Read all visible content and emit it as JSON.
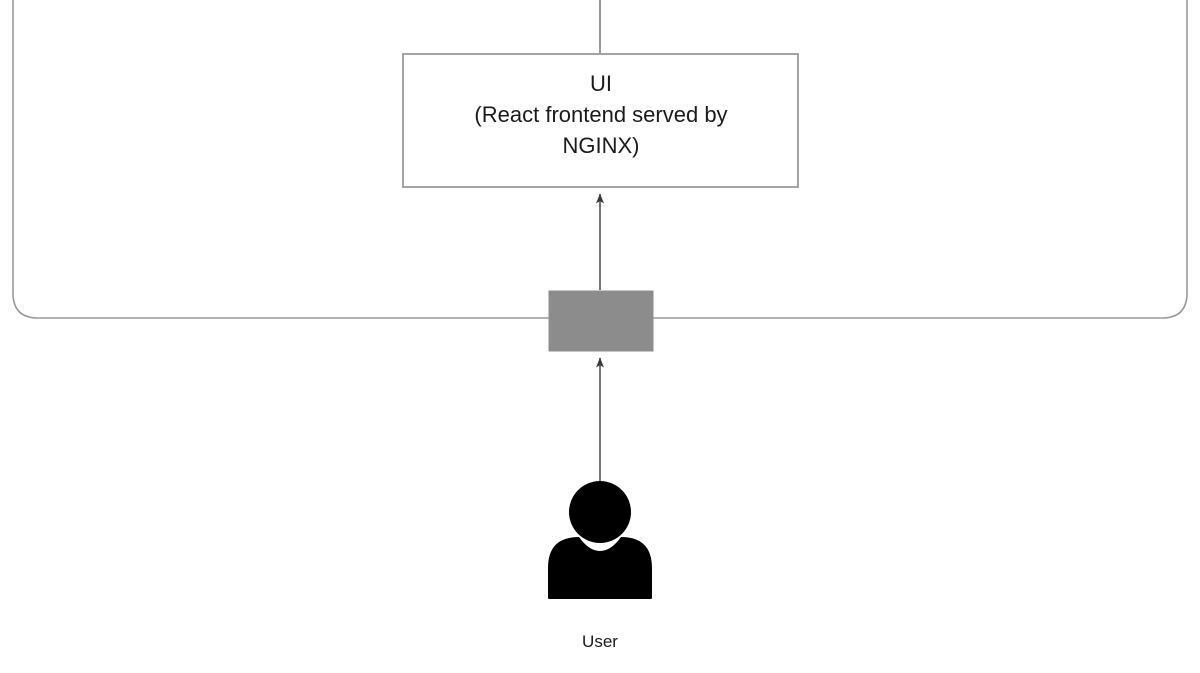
{
  "diagram": {
    "type": "architecture-diagram",
    "background_color": "#ffffff",
    "container": {
      "name": "system-boundary",
      "shape": "rounded-rectangle",
      "label": "",
      "stroke_color": "#999999",
      "fill_color": "none",
      "clipped_at_top": true
    },
    "nodes": [
      {
        "id": "ui",
        "name": "ui-box",
        "shape": "rectangle",
        "stroke_color": "#9a9a9a",
        "fill_color": "#ffffff",
        "text_color": "#1a1a1a",
        "lines": [
          "UI",
          "(React frontend served by",
          "NGINX)"
        ]
      },
      {
        "id": "gateway",
        "name": "gateway-box",
        "shape": "rectangle",
        "stroke_color": "#8c8c8c",
        "fill_color": "#8c8c8c",
        "label": ""
      },
      {
        "id": "user",
        "name": "user-actor",
        "shape": "actor",
        "fill_color": "#000000",
        "label": "User"
      }
    ],
    "edges": [
      {
        "id": "edge-top",
        "name": "edge-into-ui-from-above",
        "from": "above-canvas",
        "to": "ui",
        "arrowhead": "none",
        "stroke_color": "#8c8c8c"
      },
      {
        "id": "edge-gateway-ui",
        "name": "edge-gateway-to-ui",
        "from": "gateway",
        "to": "ui",
        "arrowhead": "end",
        "stroke_color": "#666666"
      },
      {
        "id": "edge-user-gateway",
        "name": "edge-user-to-gateway",
        "from": "user",
        "to": "gateway",
        "arrowhead": "end",
        "stroke_color": "#666666"
      }
    ]
  }
}
